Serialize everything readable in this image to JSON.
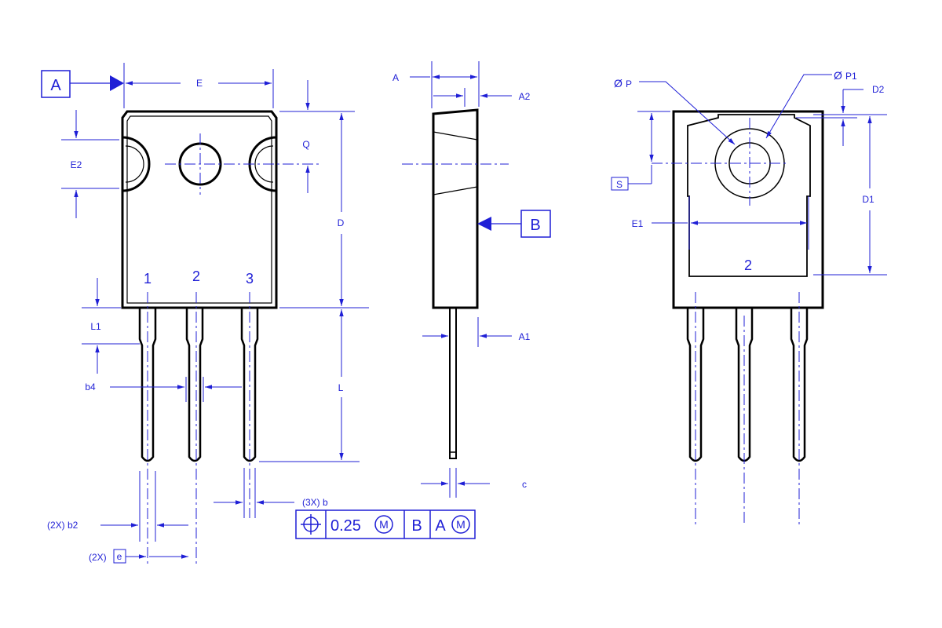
{
  "front_view": {
    "datum": "A",
    "width_label": "E",
    "height_label": "D",
    "q_label": "Q",
    "e2_label": "E2",
    "l1_label": "L1",
    "l_label": "L",
    "b4_label": "b4",
    "b2_label": "(2X) b2",
    "e_prefix": "(2X)",
    "e_label": "e",
    "b_label": "(3X) b",
    "pins": [
      "1",
      "2",
      "3"
    ]
  },
  "side_view": {
    "a_label": "A",
    "a2_label": "A2",
    "a1_label": "A1",
    "c_label": "c",
    "datum": "B"
  },
  "back_view": {
    "p_label": "P",
    "p1_label": "P1",
    "d2_label": "D2",
    "d1_label": "D1",
    "e1_label": "E1",
    "s_label": "S",
    "pad_label": "2",
    "phi_symbol": "Ø"
  },
  "tolerance_frame": {
    "value": "0.25",
    "modifier": "M",
    "datum_b": "B",
    "datum_a": "A"
  }
}
